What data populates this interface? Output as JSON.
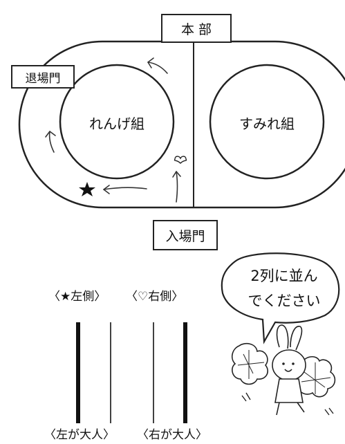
{
  "diagram": {
    "headquarters_label": "本 部",
    "exit_gate_label": "退場門",
    "entrance_gate_label": "入場門",
    "left_circle_label": "れんげ組",
    "right_circle_label": "すみれ組",
    "speech_bubble_lines": [
      "2列に並ん",
      "でください"
    ],
    "left_column_title": "〈★左側〉",
    "right_column_title": "〈♡右側〉",
    "left_column_note": "〈左が大人〉",
    "right_column_note": "〈右が大人〉",
    "star_marker": "star-icon",
    "heart_marker": "heart-icon",
    "mascot": "cheerleader-rabbit-icon"
  }
}
